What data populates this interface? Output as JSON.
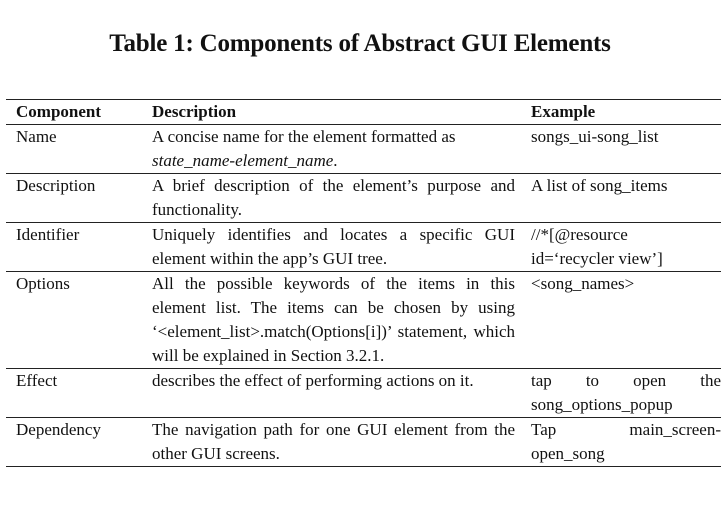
{
  "title": "Table 1: Components of Abstract GUI Elements",
  "columns": {
    "component": "Component",
    "description": "Description",
    "example": "Example"
  },
  "rows": [
    {
      "component": "Name",
      "description_line1": "A concise name for the element formatted as",
      "description_line2_italic": "state_name-element_name",
      "description_line2_end": ".",
      "example": "songs_ui-song_list"
    },
    {
      "component": "Description",
      "description": "A brief description of the element’s purpose and functionality.",
      "example": "A list of song_items"
    },
    {
      "component": "Identifier",
      "description": "Uniquely identifies and locates a specific GUI element within the app’s GUI tree.",
      "example_line1": "//*[@resource",
      "example_line2": "id=‘recycler view’]"
    },
    {
      "component": "Options",
      "description": "All the possible keywords of the items in this element list. The items can be chosen by using ‘<element_list>.match(Options[i])’ statement, which will be explained in Section 3.2.1.",
      "example": "<song_names>"
    },
    {
      "component": "Effect",
      "description": "describes the effect of performing actions on it.",
      "example_line1": "tap to open the",
      "example_line2": "song_options_popup"
    },
    {
      "component": "Dependency",
      "description": "The navigation path for one GUI element from the other GUI screens.",
      "example_line1": "Tap main_screen-",
      "example_line2": "open_song"
    }
  ]
}
